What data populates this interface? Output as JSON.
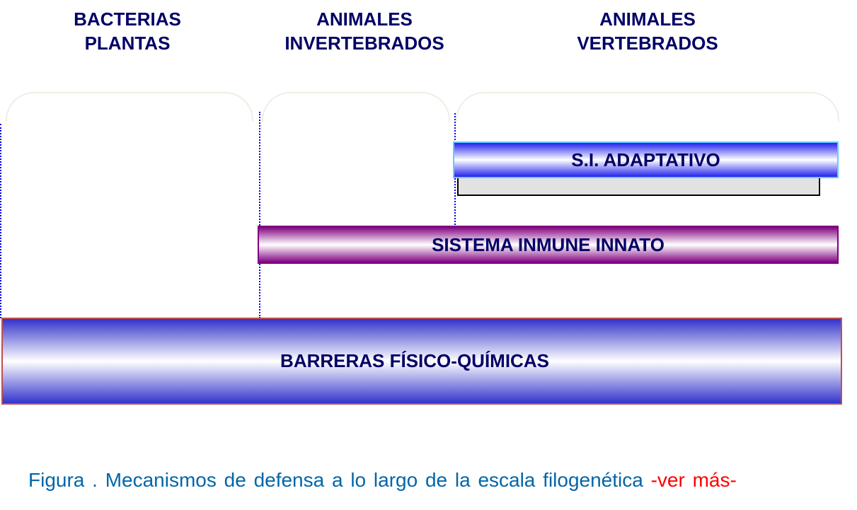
{
  "headers": [
    {
      "line1": "BACTERIAS",
      "line2": "PLANTAS"
    },
    {
      "line1": "ANIMALES",
      "line2": "INVERTEBRADOS"
    },
    {
      "line1": "ANIMALES",
      "line2": "VERTEBRADOS"
    }
  ],
  "bars": {
    "adaptive": "S.I. ADAPTATIVO",
    "innate": "SISTEMA INMUNE INNATO",
    "barriers": "BARRERAS  FÍSICO-QUÍMICAS"
  },
  "caption": {
    "text": "Figura . Mecanismos de defensa a lo largo de la escala filogenética ",
    "link": "-ver más-"
  },
  "colors": {
    "title": "#000066",
    "caption": "#0066aa",
    "link": "#ff0000"
  }
}
